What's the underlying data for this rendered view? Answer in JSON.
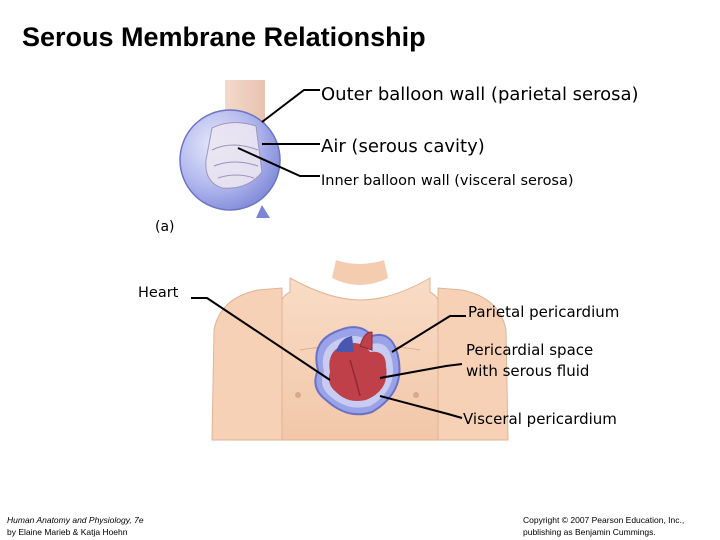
{
  "title": "Serous Membrane Relationship",
  "balloon": {
    "outer_label": "Outer balloon wall (parietal serosa)",
    "air_label": "Air (serous cavity)",
    "inner_label": "Inner balloon wall (visceral serosa)",
    "panel_label": "(a)"
  },
  "heart": {
    "heart_label": "Heart",
    "parietal_label": "Parietal pericardium",
    "space_label_line1": "Pericardial space",
    "space_label_line2": "with serous fluid",
    "visceral_label": "Visceral pericardium"
  },
  "footer": {
    "book_title": "Human Anatomy and Physiology, 7e",
    "authors": "by Elaine Marieb & Katja Hoehn",
    "copyright": "Copyright © 2007 Pearson Education, Inc.,",
    "publisher": "publishing as Benjamin Cummings."
  },
  "colors": {
    "balloon": "#8f98e0",
    "skin": "#f7d3b8",
    "heart_red": "#c0404a",
    "heart_blue": "#4a57b0",
    "membrane": "#9aa3e8"
  }
}
